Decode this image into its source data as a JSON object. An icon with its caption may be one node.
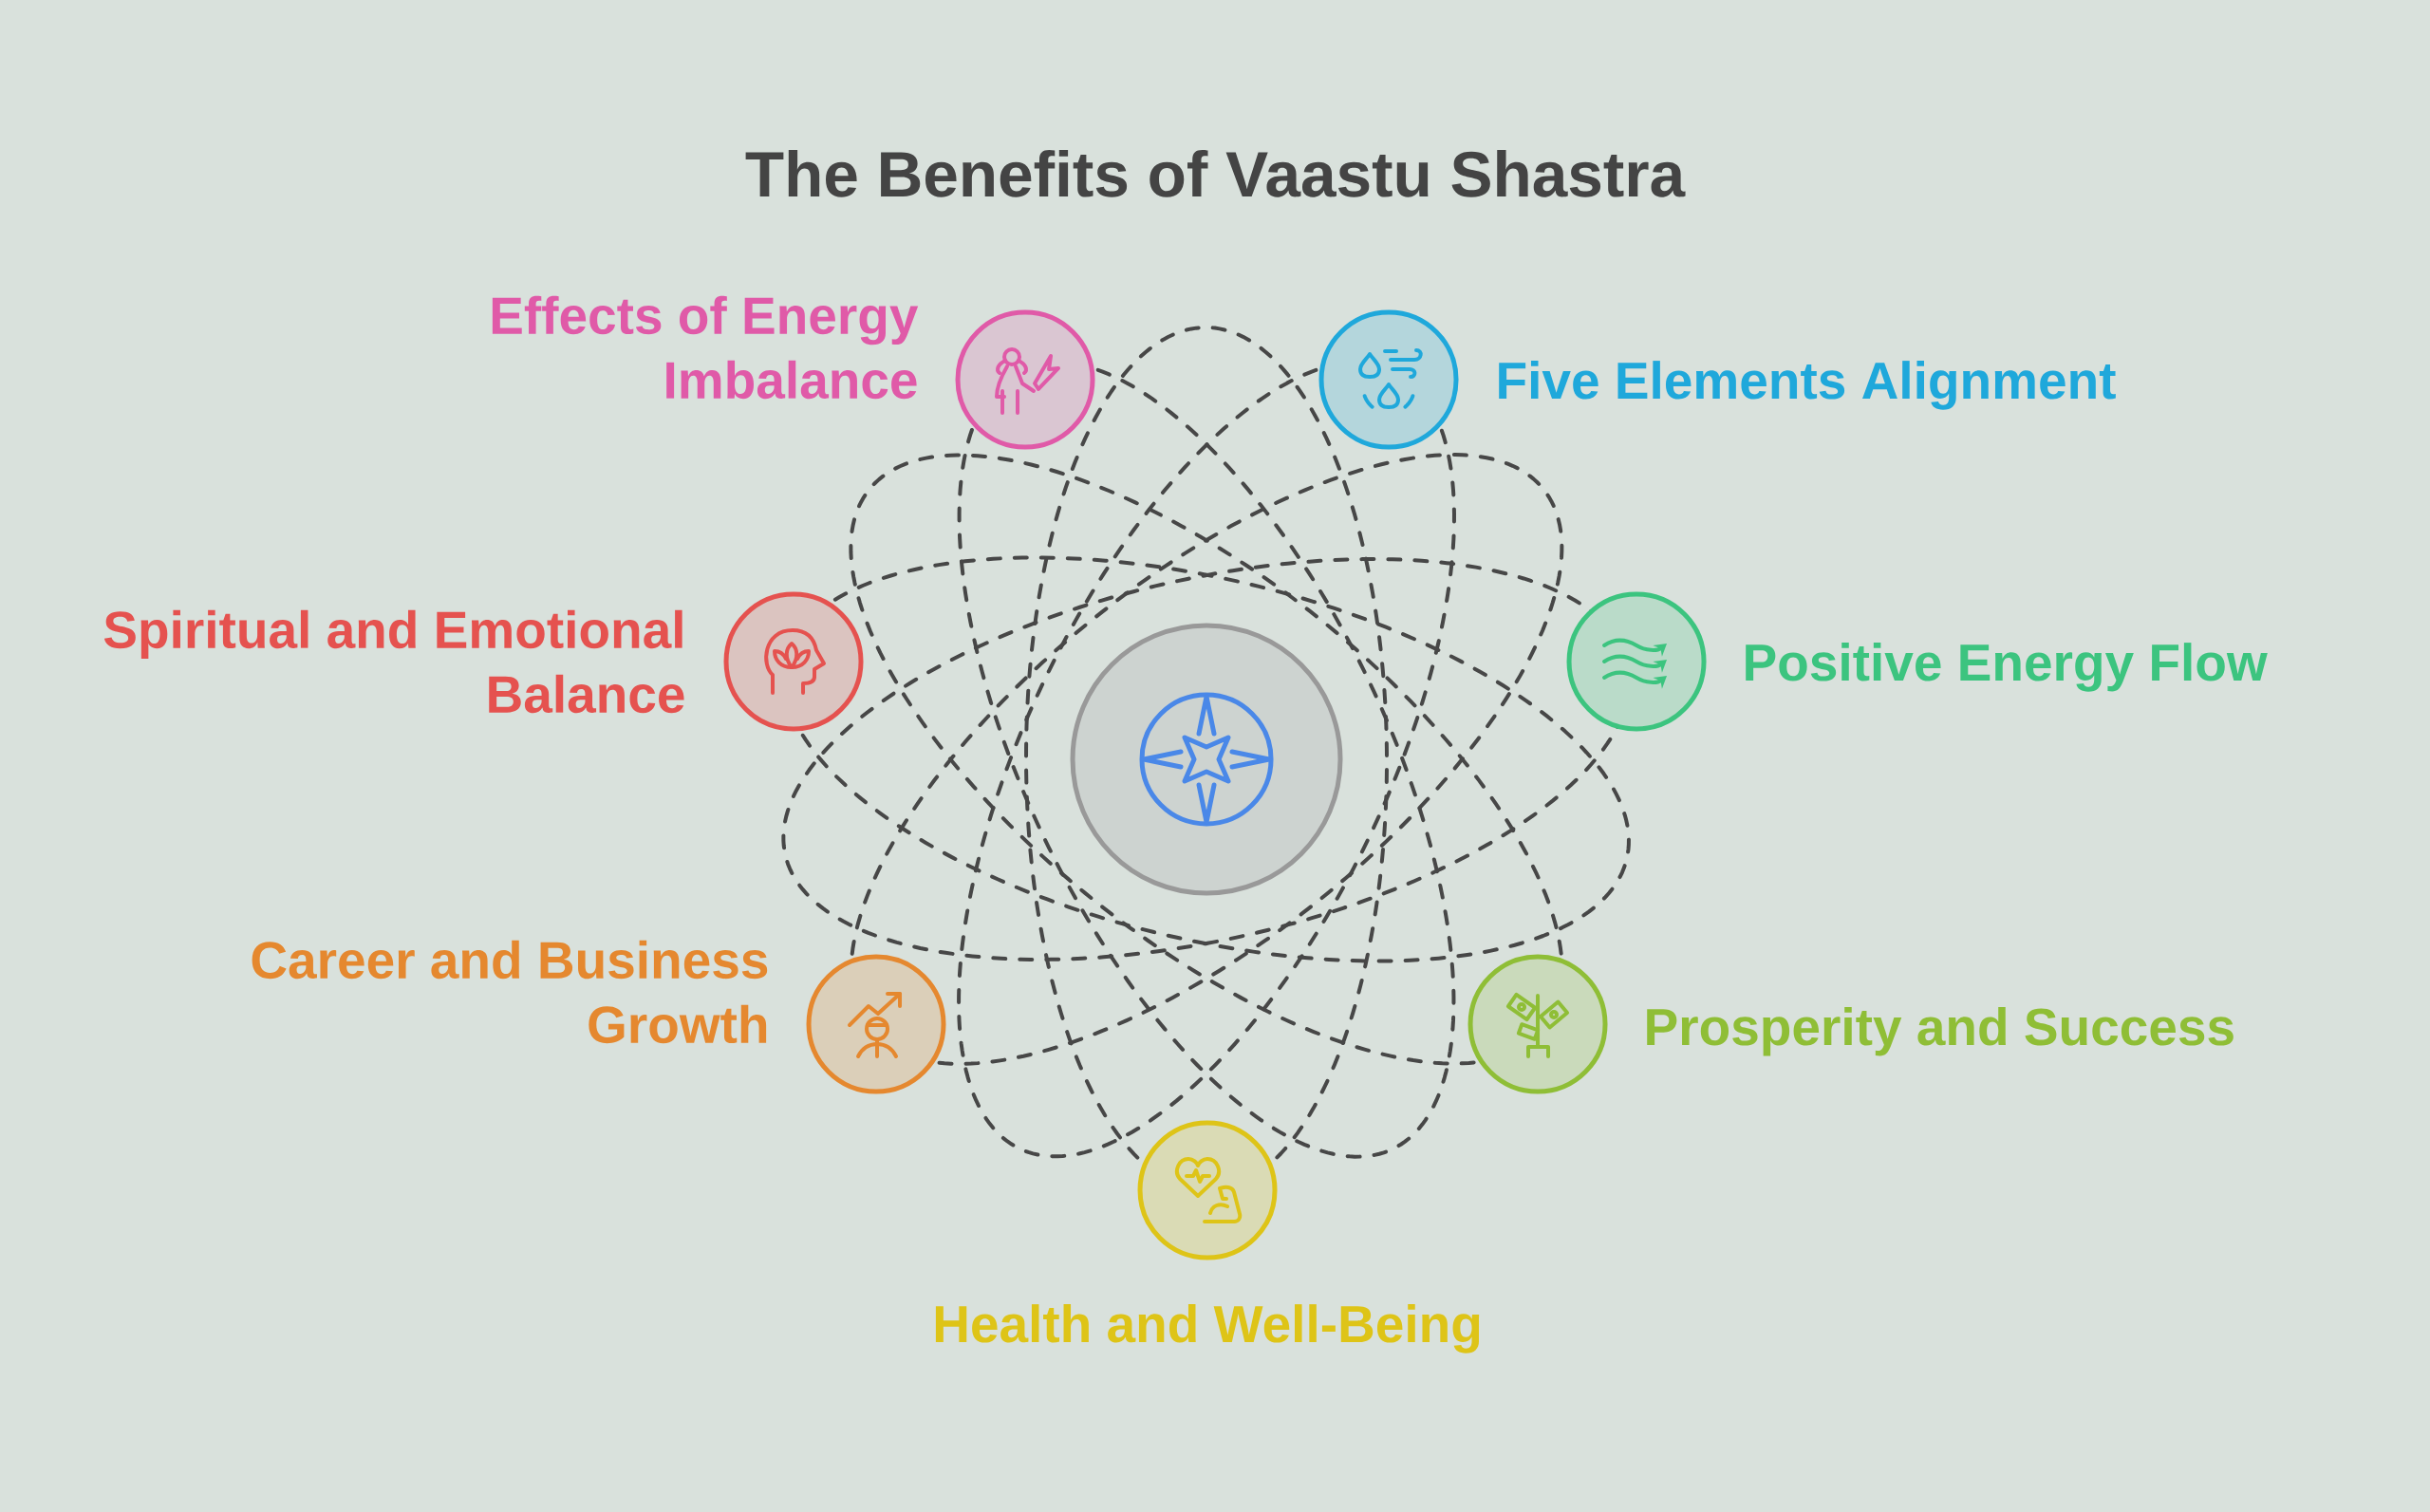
{
  "diagram": {
    "title": "The Benefits of Vaastu Shastra",
    "nodes": [
      {
        "text": [
          "Effects of Energy Imbalance"
        ]
      },
      {
        "text": [
          "Five Elements Alignment"
        ]
      },
      {
        "text": [
          "Spiritual and Emotional Balance"
        ]
      },
      {
        "text": [
          "Positive Energy Flow"
        ]
      },
      {
        "text": [],
        "shape": "circle"
      },
      {
        "text": [
          "Career and Business Growth"
        ]
      },
      {
        "text": [
          "Prosperity and Success"
        ]
      },
      {
        "text": [
          "Health and Well-Being"
        ]
      }
    ]
  }
}
